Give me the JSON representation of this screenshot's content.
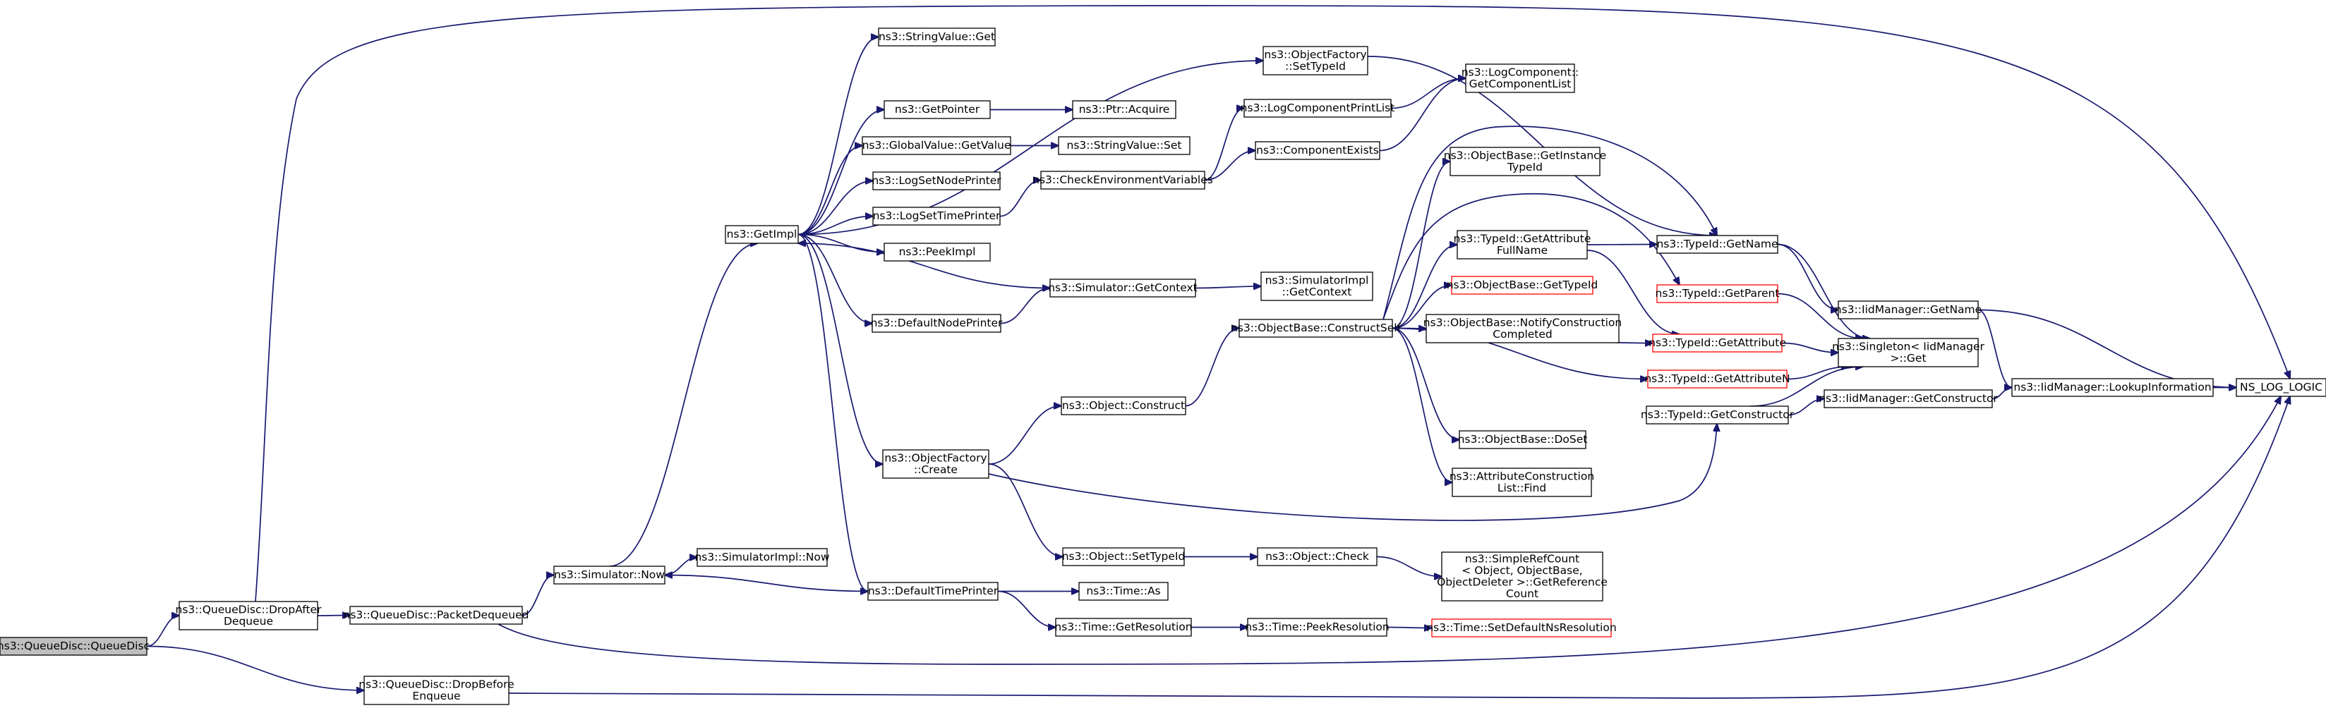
{
  "nodes": {
    "queuedisc": [
      "ns3::QueueDisc::QueueDisc"
    ],
    "dropafter": [
      "ns3::QueueDisc::DropAfter",
      "Dequeue"
    ],
    "dropbefore": [
      "ns3::QueueDisc::DropBefore",
      "Enqueue"
    ],
    "packetdequeued": [
      "ns3::QueueDisc::PacketDequeued"
    ],
    "simnow": [
      "ns3::Simulator::Now"
    ],
    "simimplnow": [
      "ns3::SimulatorImpl::Now"
    ],
    "getimpl": [
      "ns3::GetImpl"
    ],
    "stringvalueget": [
      "ns3::StringValue::Get"
    ],
    "getpointer": [
      "ns3::GetPointer"
    ],
    "globalvalue": [
      "ns3::GlobalValue::GetValue"
    ],
    "logsetnode": [
      "ns3::LogSetNodePrinter"
    ],
    "logsettime": [
      "ns3::LogSetTimePrinter"
    ],
    "peekimpl": [
      "ns3::PeekImpl"
    ],
    "defaultnodeprinter": [
      "ns3::DefaultNodePrinter"
    ],
    "objectfactorycreate": [
      "ns3::ObjectFactory",
      "::Create"
    ],
    "defaulttimeprinter": [
      "ns3::DefaultTimePrinter"
    ],
    "ofsettypeid": [
      "ns3::ObjectFactory",
      "::SetTypeId"
    ],
    "ptracquire": [
      "ns3::Ptr::Acquire"
    ],
    "stringvalueset": [
      "ns3::StringValue::Set"
    ],
    "checkenv": [
      "ns3::CheckEnvironmentVariables"
    ],
    "simgetcontext": [
      "ns3::Simulator::GetContext"
    ],
    "objectconstruct": [
      "ns3::Object::Construct"
    ],
    "objectsettypeid": [
      "ns3::Object::SetTypeId"
    ],
    "timeas": [
      "ns3::Time::As"
    ],
    "timegetres": [
      "ns3::Time::GetResolution"
    ],
    "logcompprint": [
      "ns3::LogComponentPrintList"
    ],
    "compexists": [
      "ns3::ComponentExists"
    ],
    "simimplgetcontext": [
      "ns3::SimulatorImpl",
      "::GetContext"
    ],
    "constructself": [
      "ns3::ObjectBase::ConstructSelf"
    ],
    "objectcheck": [
      "ns3::Object::Check"
    ],
    "timepeekres": [
      "ns3::Time::PeekResolution"
    ],
    "logcompgetlist": [
      "ns3::LogComponent::",
      "GetComponentList"
    ],
    "obgetinstance": [
      "ns3::ObjectBase::GetInstance",
      "TypeId"
    ],
    "typeidgetattrfull": [
      "ns3::TypeId::GetAttribute",
      "FullName"
    ],
    "obgettypeid": [
      "ns3::ObjectBase::GetTypeId"
    ],
    "obnotify": [
      "ns3::ObjectBase::NotifyConstruction",
      "Completed"
    ],
    "obdoset": [
      "ns3::ObjectBase::DoSet"
    ],
    "attrconstrfind": [
      "ns3::AttributeConstruction",
      "List::Find"
    ],
    "simplerefcount": [
      "ns3::SimpleRefCount",
      "< Object, ObjectBase,",
      "ObjectDeleter >::GetReference",
      "Count"
    ],
    "setdefaultns": [
      "ns3::Time::SetDefaultNsResolution"
    ],
    "typeidgetname": [
      "ns3::TypeId::GetName"
    ],
    "typeidgetparent": [
      "ns3::TypeId::GetParent"
    ],
    "typeidgetattr": [
      "ns3::TypeId::GetAttribute"
    ],
    "typeidgetattrn": [
      "ns3::TypeId::GetAttributeN"
    ],
    "typeidgetconstructor": [
      "ns3::TypeId::GetConstructor"
    ],
    "iidgetname": [
      "ns3::IidManager::GetName"
    ],
    "singletonget": [
      "ns3::Singleton< IidManager",
      ">::Get"
    ],
    "iidgetconstructor": [
      "ns3::IidManager::GetConstructor"
    ],
    "iidlookup": [
      "ns3::IidManager::LookupInformation"
    ],
    "nslog": [
      "NS_LOG_LOGIC"
    ]
  }
}
